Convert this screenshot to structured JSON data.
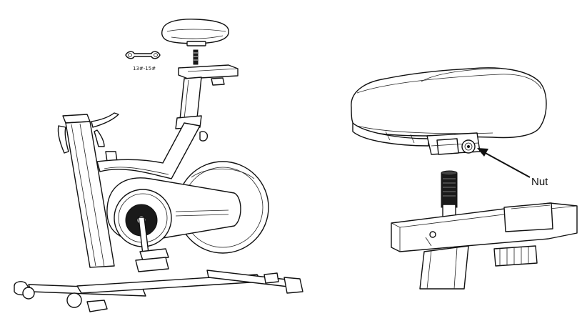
{
  "diagram": {
    "wrench_label": "13#-15#",
    "nut_label": "Nut"
  },
  "icons": {
    "wrench": "wrench-icon",
    "arrow": "pointer-arrow"
  }
}
